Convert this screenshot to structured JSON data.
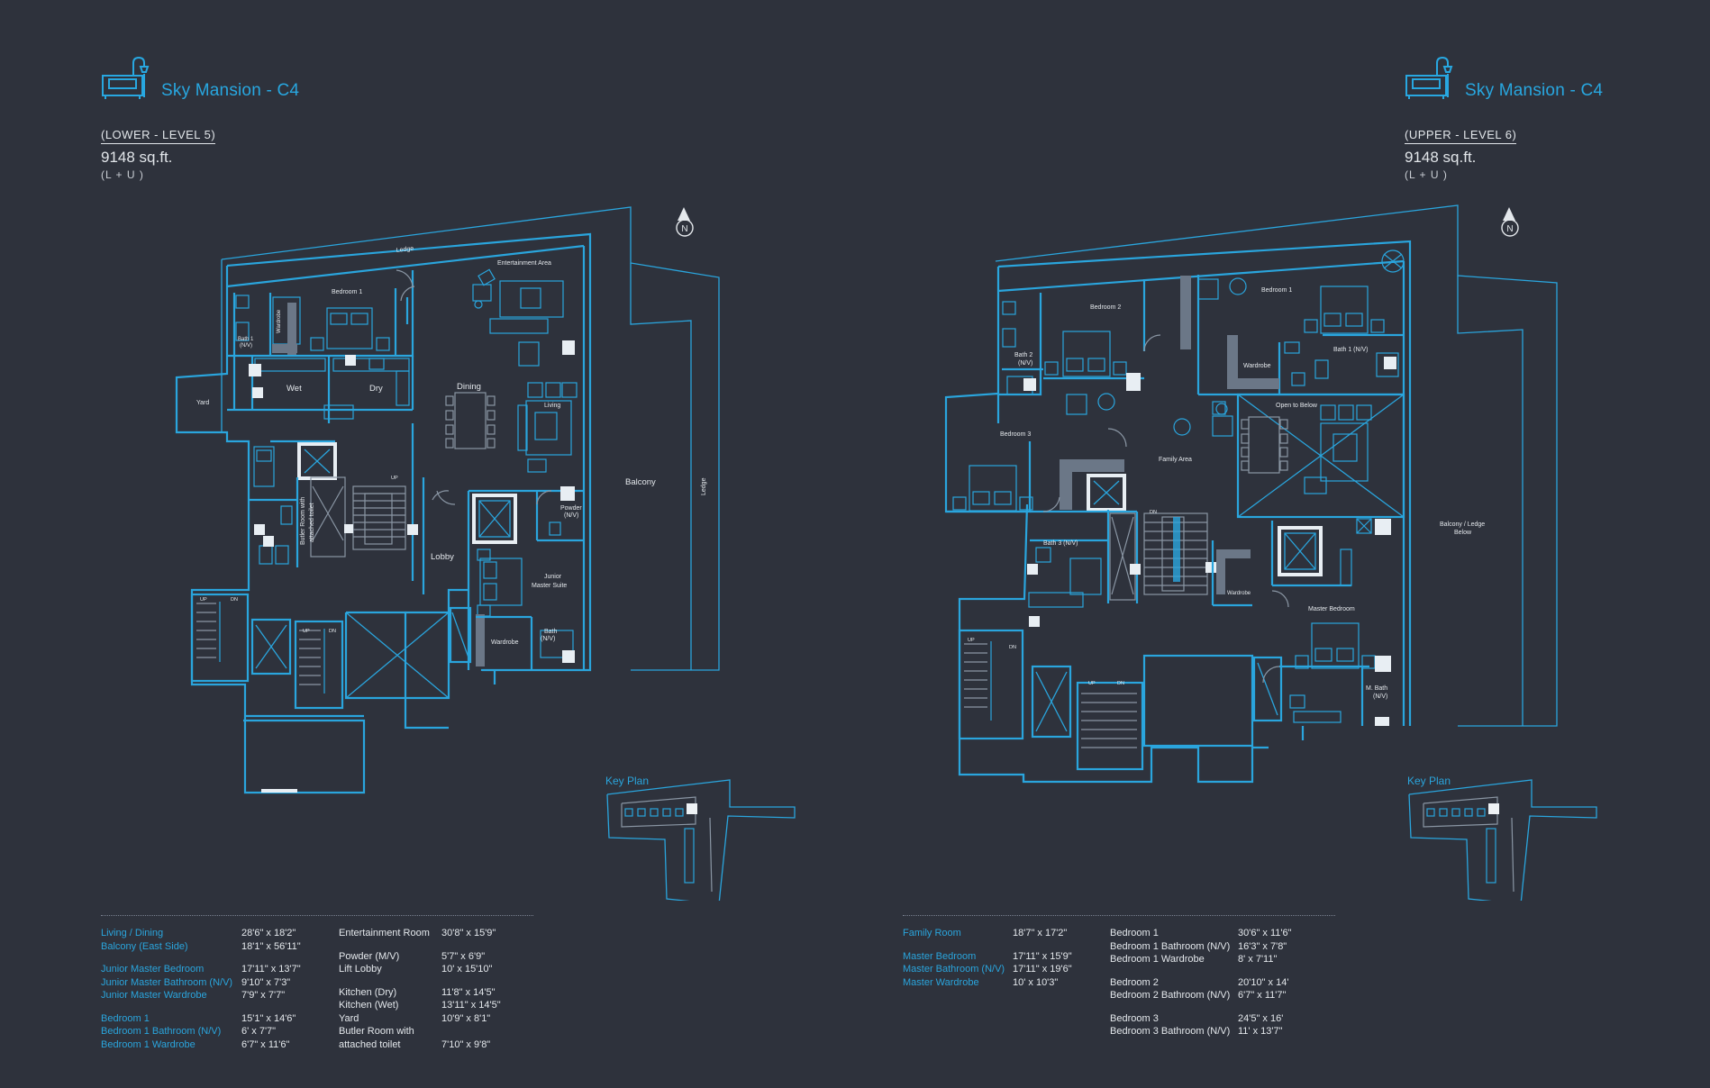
{
  "left": {
    "title": "Sky Mansion - C4",
    "level": "(LOWER - LEVEL 5)",
    "area": "9148 sq.ft.",
    "area_note": "(L + U )",
    "key_plan": "Key Plan",
    "rooms": {
      "ledge_top": "Ledge",
      "entertainment": "Entertainment Area",
      "bedroom1": "Bedroom 1",
      "wardrobe1": "Wardrobe",
      "bath1": "Bath 1",
      "bath1_nv": "(N/V)",
      "wet": "Wet",
      "dry": "Dry",
      "dining": "Dining",
      "living": "Living",
      "yard": "Yard",
      "balcony": "Balcony",
      "ledge_right": "Ledge",
      "butler": "Butler Room with",
      "butler2": "attached toilet",
      "powder": "Powder",
      "powder_nv": "(N/V)",
      "lobby": "Lobby",
      "junior": "Junior",
      "junior2": "Master Suite",
      "wardrobe2": "Wardrobe",
      "bath": "Bath",
      "bath_nv": "(N/V)",
      "up": "UP",
      "dn": "DN"
    },
    "specs_col1": [
      [
        {
          "k": "Living / Dining",
          "v": "28'6\" x 18'2\""
        },
        {
          "k": "Balcony (East Side)",
          "v": "18'1\" x 56'11\""
        }
      ],
      [
        {
          "k": "Junior Master Bedroom",
          "v": "17'11\" x 13'7\""
        },
        {
          "k": "Junior Master Bathroom (N/V)",
          "v": "9'10\" x 7'3\""
        },
        {
          "k": "Junior Master Wardrobe",
          "v": "7'9\" x 7'7\""
        }
      ],
      [
        {
          "k": "Bedroom 1",
          "v": "15'1\" x 14'6\""
        },
        {
          "k": "Bedroom 1 Bathroom (N/V)",
          "v": "6' x 7'7\""
        },
        {
          "k": "Bedroom 1 Wardrobe",
          "v": "6'7\" x 11'6\""
        }
      ]
    ],
    "specs_col2": [
      [
        {
          "k": "Entertainment Room",
          "v": "30'8\" x 15'9\""
        }
      ],
      [
        {
          "k": "Powder (M/V)",
          "v": "5'7\" x 6'9\""
        },
        {
          "k": "Lift Lobby",
          "v": "10' x 15'10\""
        }
      ],
      [
        {
          "k": "Kitchen (Dry)",
          "v": "11'8\" x 14'5\""
        },
        {
          "k": "Kitchen (Wet)",
          "v": "13'11\" x 14'5\""
        },
        {
          "k": "Yard",
          "v": "10'9\" x 8'1\""
        },
        {
          "k": "Butler Room with",
          "v": ""
        },
        {
          "k": "attached toilet",
          "v": "7'10\" x 9'8\""
        }
      ]
    ]
  },
  "right": {
    "title": "Sky Mansion - C4",
    "level": "(UPPER - LEVEL 6)",
    "area": "9148 sq.ft.",
    "area_note": "(L + U )",
    "key_plan": "Key Plan",
    "rooms": {
      "bedroom2": "Bedroom 2",
      "bedroom1": "Bedroom 1",
      "bath2": "Bath 2",
      "bath2_nv": "(N/V)",
      "wardrobe": "Wardrobe",
      "bath1": "Bath 1 (N/V)",
      "open_below": "Open to Below",
      "bedroom3": "Bedroom 3",
      "family": "Family Area",
      "balcony": "Balcony / Ledge",
      "balcony2": "Below",
      "bath3": "Bath 3 (N/V)",
      "wardrobe_m": "Wardrobe",
      "master": "Master Bedroom",
      "mbath": "M. Bath",
      "mbath_nv": "(N/V)",
      "up": "UP",
      "dn": "DN"
    },
    "specs_col1": [
      [
        {
          "k": "Family Room",
          "v": "18'7\" x 17'2\""
        }
      ],
      [
        {
          "k": "Master Bedroom",
          "v": "17'11\" x 15'9\""
        },
        {
          "k": "Master Bathroom (N/V)",
          "v": "17'11\" x 19'6\""
        },
        {
          "k": "Master Wardrobe",
          "v": "10' x 10'3\""
        }
      ]
    ],
    "specs_col2": [
      [
        {
          "k": "Bedroom 1",
          "v": "30'6\" x 11'6\""
        },
        {
          "k": "Bedroom 1 Bathroom (N/V)",
          "v": "16'3\" x 7'8\""
        },
        {
          "k": "Bedroom 1 Wardrobe",
          "v": "8' x 7'11\""
        }
      ],
      [
        {
          "k": "Bedroom 2",
          "v": "20'10\" x 14'"
        },
        {
          "k": "Bedroom 2 Bathroom (N/V)",
          "v": "6'7\" x 11'7\""
        }
      ],
      [
        {
          "k": "Bedroom 3",
          "v": "24'5\" x 16'"
        },
        {
          "k": "Bedroom 3 Bathroom (N/V)",
          "v": "11' x 13'7\""
        }
      ]
    ]
  },
  "compass_label": "N",
  "colors": {
    "background": "#2e323c",
    "accent": "#28a7e0",
    "text": "#e4e8ec",
    "fixture": "#8a96a4"
  }
}
